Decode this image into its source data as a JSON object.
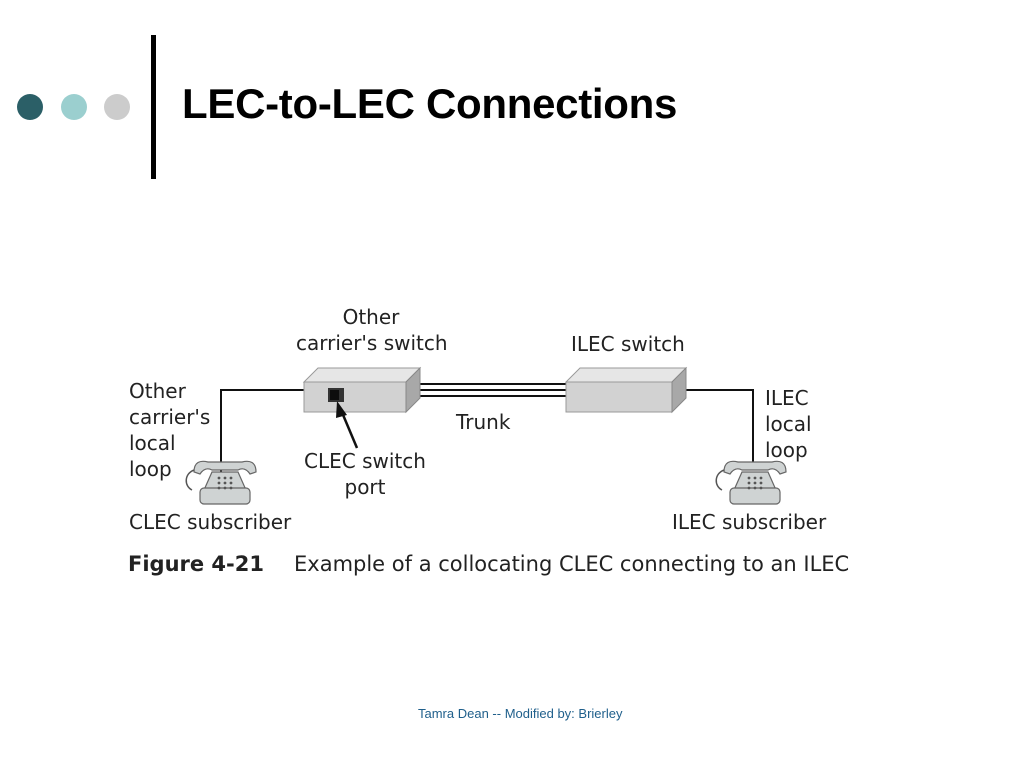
{
  "slide": {
    "title": "LEC-to-LEC Connections",
    "bullet_dot_colors": [
      "#2b5f67",
      "#9bcfcf",
      "#cccccc"
    ],
    "footer": "Tamra Dean -- Modified by: Brierley",
    "footer_color": "#1f5f8b"
  },
  "figure": {
    "labels": {
      "other_switch_line1": "Other",
      "other_switch_line2": "carrier's switch",
      "ilec_switch": "ILEC switch",
      "other_loop_line1": "Other",
      "other_loop_line2": "carrier's",
      "other_loop_line3": "local",
      "other_loop_line4": "loop",
      "trunk": "Trunk",
      "clec_port_line1": "CLEC switch",
      "clec_port_line2": "port",
      "ilec_loop_line1": "ILEC",
      "ilec_loop_line2": "local",
      "ilec_loop_line3": "loop",
      "clec_subscriber": "CLEC subscriber",
      "ilec_subscriber": "ILEC subscriber"
    },
    "caption_number": "Figure 4-21",
    "caption_text": "Example of a collocating CLEC connecting to an ILEC",
    "colors": {
      "switch_front": "#d2d2d2",
      "switch_top": "#e6e6e6",
      "switch_side": "#a8a8a8",
      "phone": "#cfd3d3"
    }
  }
}
